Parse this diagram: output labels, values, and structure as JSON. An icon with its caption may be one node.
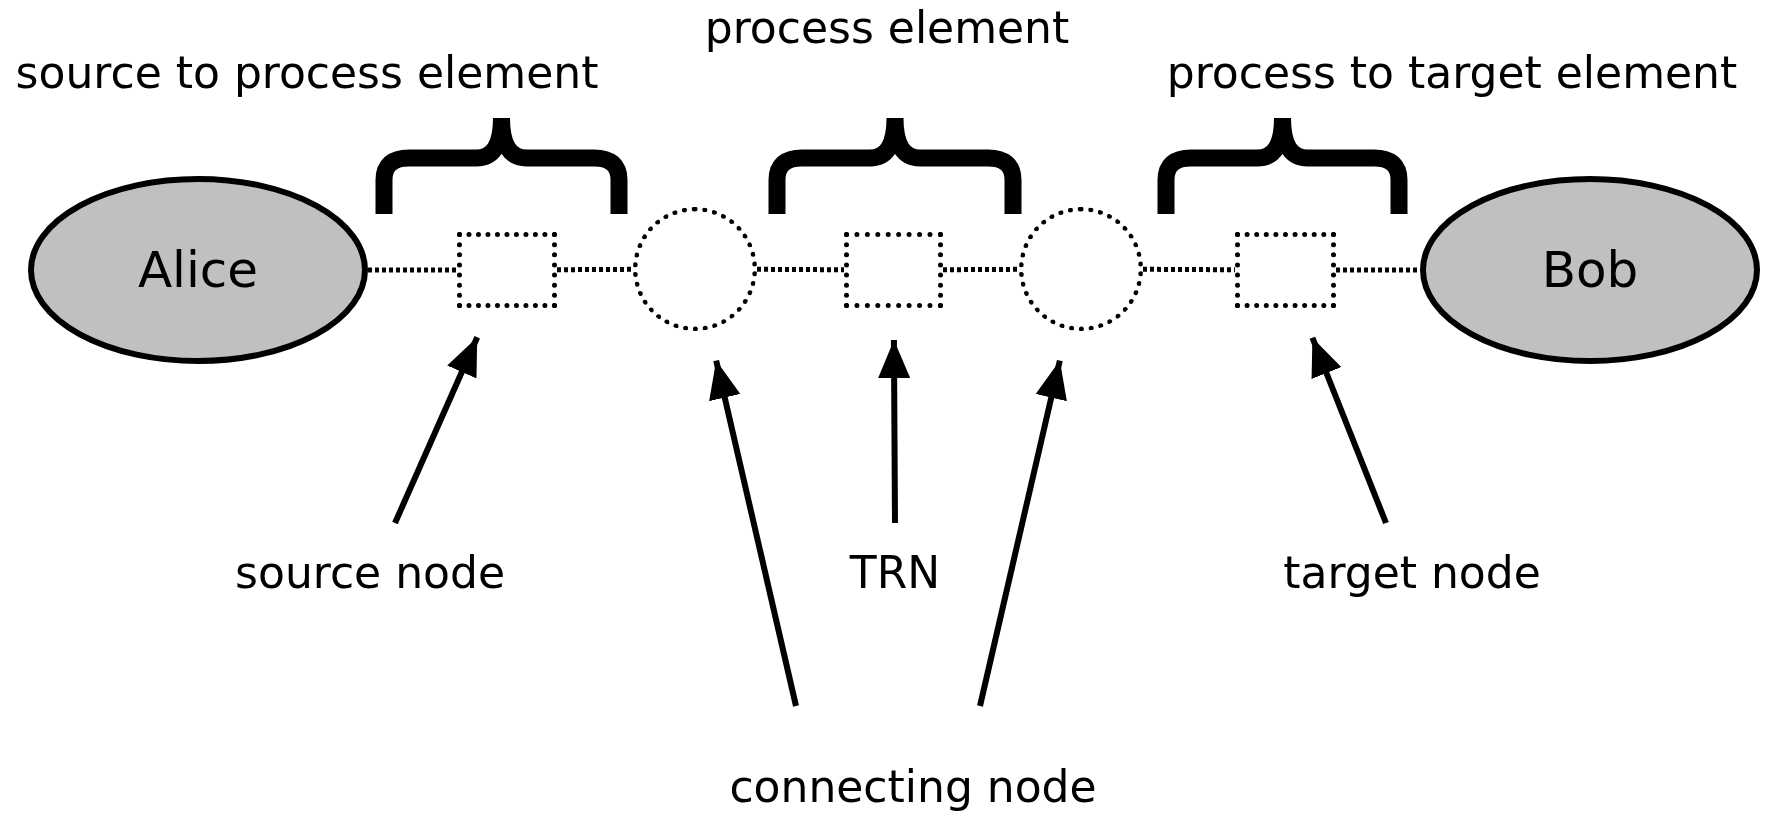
{
  "diagram": {
    "nodes": [
      {
        "text": [
          "Alice"
        ]
      },
      {
        "text": [],
        "shape": "box"
      },
      {
        "text": [],
        "shape": "circle"
      },
      {
        "text": [],
        "shape": "box"
      },
      {
        "text": [],
        "shape": "circle"
      },
      {
        "text": [],
        "shape": "box"
      },
      {
        "text": [
          "Bob"
        ]
      },
      {
        "text": [
          "source node"
        ]
      },
      {
        "text": [
          "TRN"
        ]
      },
      {
        "text": [
          "target node"
        ]
      },
      {
        "text": [
          "connecting node"
        ]
      }
    ],
    "edges": [
      {
        "from": 0,
        "to": 1,
        "arrow": "none",
        "style": "dashed"
      },
      {
        "from": 1,
        "to": 2,
        "arrow": "none",
        "style": "dashed"
      },
      {
        "from": 2,
        "to": 3,
        "arrow": "none",
        "style": "dashed"
      },
      {
        "from": 3,
        "to": 4,
        "arrow": "none",
        "style": "dashed"
      },
      {
        "from": 4,
        "to": 5,
        "arrow": "none",
        "style": "dashed"
      },
      {
        "from": 5,
        "to": 6,
        "arrow": "none",
        "style": "dashed"
      },
      {
        "from": 7,
        "to": 1,
        "arrow": "to"
      },
      {
        "from": 10,
        "to": 2,
        "arrow": "to"
      },
      {
        "from": 8,
        "to": 3,
        "arrow": "to"
      },
      {
        "from": 10,
        "to": 4,
        "arrow": "to"
      },
      {
        "from": 9,
        "to": 5,
        "arrow": "to"
      }
    ],
    "labels": [
      "source to process element",
      "process element",
      "process to target element"
    ]
  }
}
